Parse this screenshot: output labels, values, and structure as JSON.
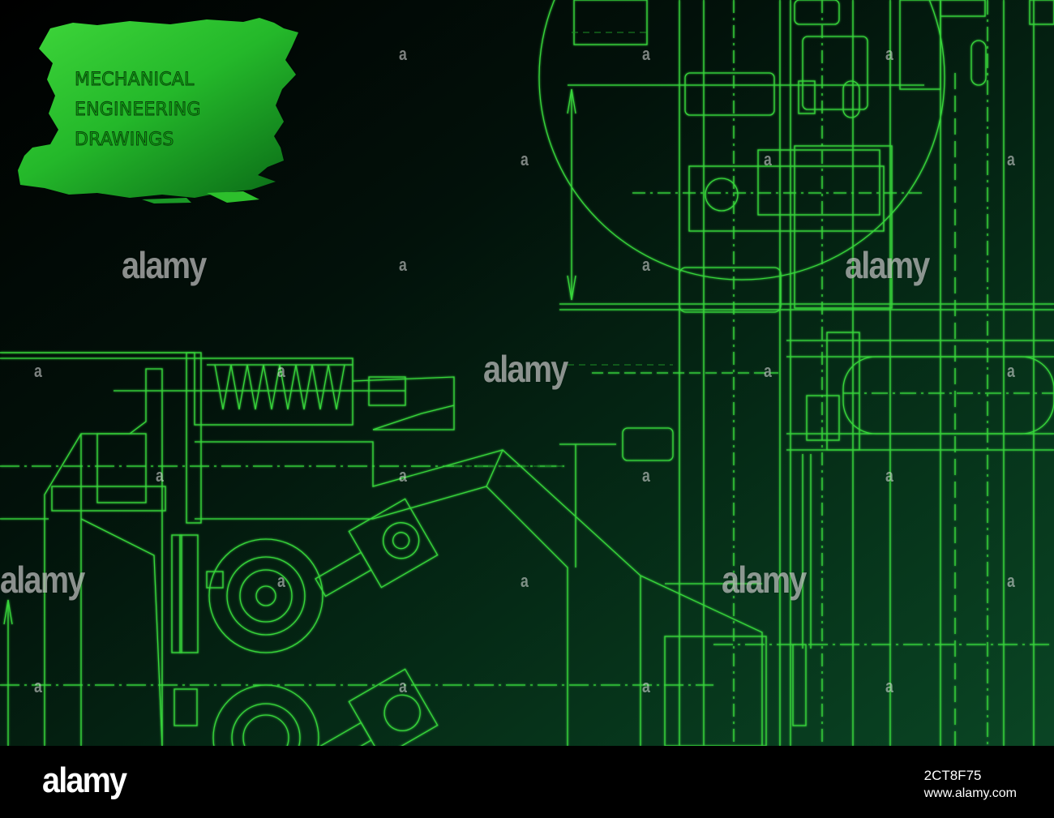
{
  "title_block": {
    "lines": [
      "MECHANICAL",
      "ENGINEERING",
      "DRAWINGS"
    ]
  },
  "watermark": {
    "logo_text": "alamy",
    "small_mark": "a"
  },
  "footer": {
    "logo_text": "alamy",
    "image_id": "2CT8F75",
    "url": "www.alamy.com"
  },
  "colors": {
    "background": "#000000",
    "line_green": "#35d33a",
    "badge_green_light": "#2fd22a",
    "badge_green_dark": "#0f7f19",
    "watermark": "#e1e1e1"
  }
}
